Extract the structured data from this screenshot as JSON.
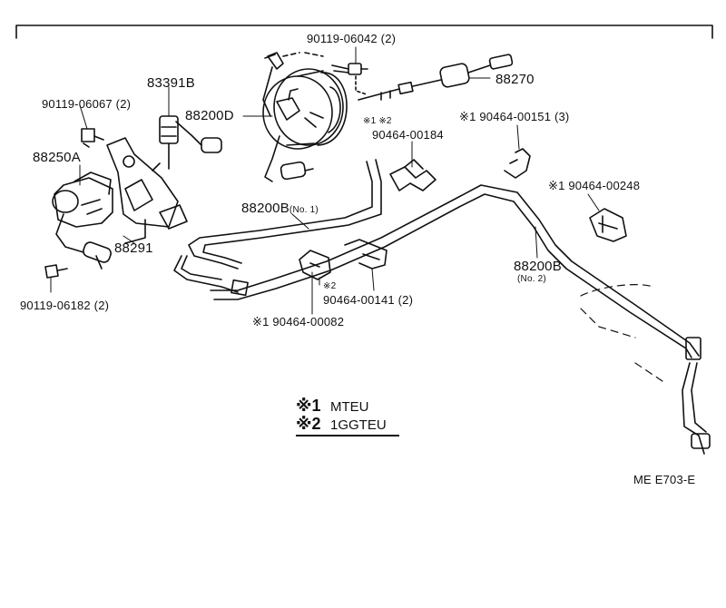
{
  "labels": {
    "p_90119_06042": "90119-06042 (2)",
    "p_88270": "88270",
    "p_83391b": "83391B",
    "p_90119_06067": "90119-06067 (2)",
    "p_88200d": "88200D",
    "p_note_12": "※1 ※2",
    "p_90464_00184": "90464-00184",
    "p_90464_00151": "※1 90464-00151 (3)",
    "p_88250a": "88250A",
    "p_90464_00248": "※1 90464-00248",
    "p_88200b_no1_main": "88200B",
    "p_88200b_no1_sub": "(No. 1)",
    "p_88291": "88291",
    "p_88200b_no2_main": "88200B",
    "p_88200b_no2_sub": "(No. 2)",
    "p_note_2": "※2",
    "p_90464_00141": "90464-00141 (2)",
    "p_90119_06182": "90119-06182 (2)",
    "p_90464_00082": "※1 90464-00082",
    "ref_code": "ME E703-E"
  },
  "legend": [
    {
      "mark": "※1",
      "text": "MTEU"
    },
    {
      "mark": "※2",
      "text": "1GGTEU"
    }
  ]
}
